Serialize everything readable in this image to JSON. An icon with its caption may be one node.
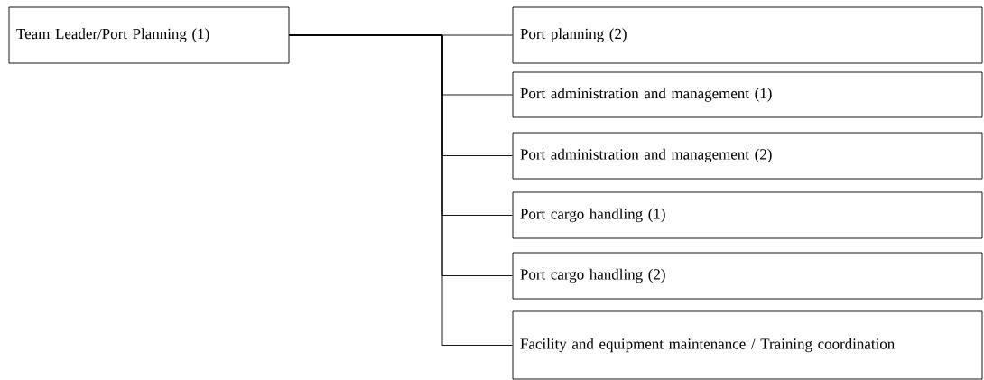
{
  "diagram": {
    "nodes": [
      {
        "text": [
          "Team Leader/Port Planning (1)"
        ]
      },
      {
        "text": [
          "Port planning (2)"
        ]
      },
      {
        "text": [
          "Port administration and management (1)"
        ]
      },
      {
        "text": [
          "Port administration and management (2)"
        ]
      },
      {
        "text": [
          "Port cargo handling (1)"
        ]
      },
      {
        "text": [
          "Port cargo handling (2)"
        ]
      },
      {
        "text": [
          "Facility and equipment maintenance / Training coordination"
        ]
      }
    ],
    "edges": [
      {
        "from": 0,
        "to": 1,
        "arrow": "none"
      },
      {
        "from": 0,
        "to": 2,
        "arrow": "none"
      },
      {
        "from": 0,
        "to": 3,
        "arrow": "none"
      },
      {
        "from": 0,
        "to": 4,
        "arrow": "none"
      },
      {
        "from": 0,
        "to": 5,
        "arrow": "none"
      },
      {
        "from": 0,
        "to": 6,
        "arrow": "none"
      }
    ]
  }
}
